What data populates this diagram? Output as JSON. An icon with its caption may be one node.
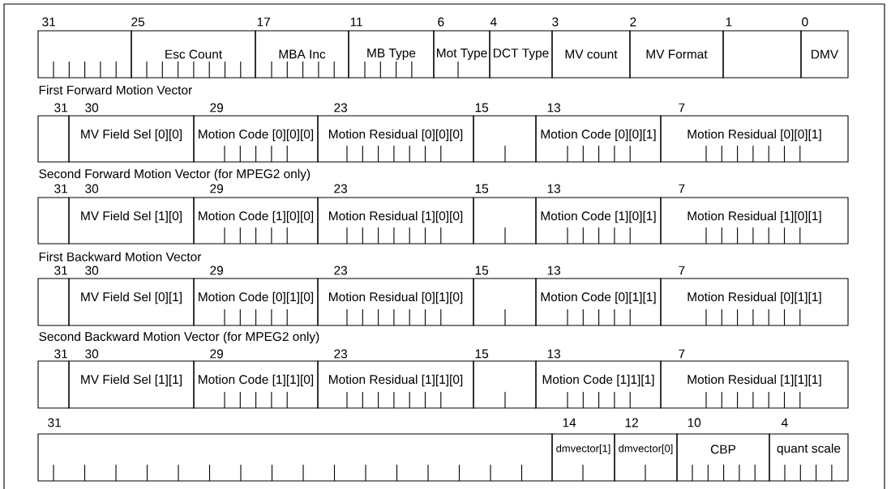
{
  "diagram": {
    "nodes": [
      {
        "text": [],
        "shape": "box"
      },
      {
        "text": [
          "Esc Count"
        ]
      },
      {
        "text": [
          "MBA Inc"
        ]
      },
      {
        "text": [
          "MB Type"
        ]
      },
      {
        "text": [
          "Mot Type"
        ]
      },
      {
        "text": [
          "DCT Type"
        ]
      },
      {
        "text": [
          "MV count"
        ]
      },
      {
        "text": [
          "MV Format"
        ]
      },
      {
        "text": [],
        "shape": "box"
      },
      {
        "text": [
          "DMV"
        ]
      },
      {
        "text": [],
        "shape": "box"
      },
      {
        "text": [
          "MV Field Sel [0][0]"
        ]
      },
      {
        "text": [
          "Motion Code [0][0][0]"
        ]
      },
      {
        "text": [
          "Motion Residual [0][0][0]"
        ]
      },
      {
        "text": [],
        "shape": "box"
      },
      {
        "text": [
          "Motion Code [0][0][1]"
        ]
      },
      {
        "text": [
          "Motion Residual [0][0][1]"
        ]
      },
      {
        "text": [],
        "shape": "box"
      },
      {
        "text": [
          "MV Field Sel [1][0]"
        ]
      },
      {
        "text": [
          "Motion Code [1][0][0]"
        ]
      },
      {
        "text": [
          "Motion Residual [1][0][0]"
        ]
      },
      {
        "text": [],
        "shape": "box"
      },
      {
        "text": [
          "Motion Code [1][0][1]"
        ]
      },
      {
        "text": [
          "Motion Residual [1][0][1]"
        ]
      },
      {
        "text": [],
        "shape": "box"
      },
      {
        "text": [
          "MV Field Sel [0][1]"
        ]
      },
      {
        "text": [
          "Motion Code [0][1][0]"
        ]
      },
      {
        "text": [
          "Motion Residual [0][1][0]"
        ]
      },
      {
        "text": [],
        "shape": "box"
      },
      {
        "text": [
          "Motion Code [0][1][1]"
        ]
      },
      {
        "text": [
          "Motion Residual [0][1][1]"
        ]
      },
      {
        "text": [],
        "shape": "box"
      },
      {
        "text": [
          "MV Field Sel [1][1]"
        ]
      },
      {
        "text": [
          "Motion Code [1][1][0]"
        ]
      },
      {
        "text": [
          "Motion Residual [1][1][0]"
        ]
      },
      {
        "text": [],
        "shape": "box"
      },
      {
        "text": [
          "Motion Code [1]1][1]"
        ]
      },
      {
        "text": [
          "Motion Residual [1][1][1]"
        ]
      },
      {
        "text": [],
        "shape": "box"
      },
      {
        "text": [
          "dmvector[1]"
        ]
      },
      {
        "text": [
          "dmvector[0]"
        ]
      },
      {
        "text": [
          "CBP"
        ]
      },
      {
        "text": [
          "quant scale"
        ]
      }
    ],
    "labels": [
      "31",
      "25",
      "17",
      "11",
      "6",
      "4",
      "3",
      "2",
      "1",
      "0",
      "First Forward Motion Vector",
      "31",
      "30",
      "29",
      "23",
      "15",
      "13",
      "7",
      "Second Forward Motion Vector (for MPEG2 only)",
      "31",
      "30",
      "29",
      "23",
      "15",
      "13",
      "7",
      "First Backward Motion Vector",
      "31",
      "30",
      "29",
      "23",
      "15",
      "13",
      "7",
      "Second Backward Motion Vector (for MPEG2 only)",
      "31",
      "30",
      "29",
      "23",
      "15",
      "13",
      "7",
      "31",
      "14",
      "12",
      "10",
      "4"
    ]
  }
}
